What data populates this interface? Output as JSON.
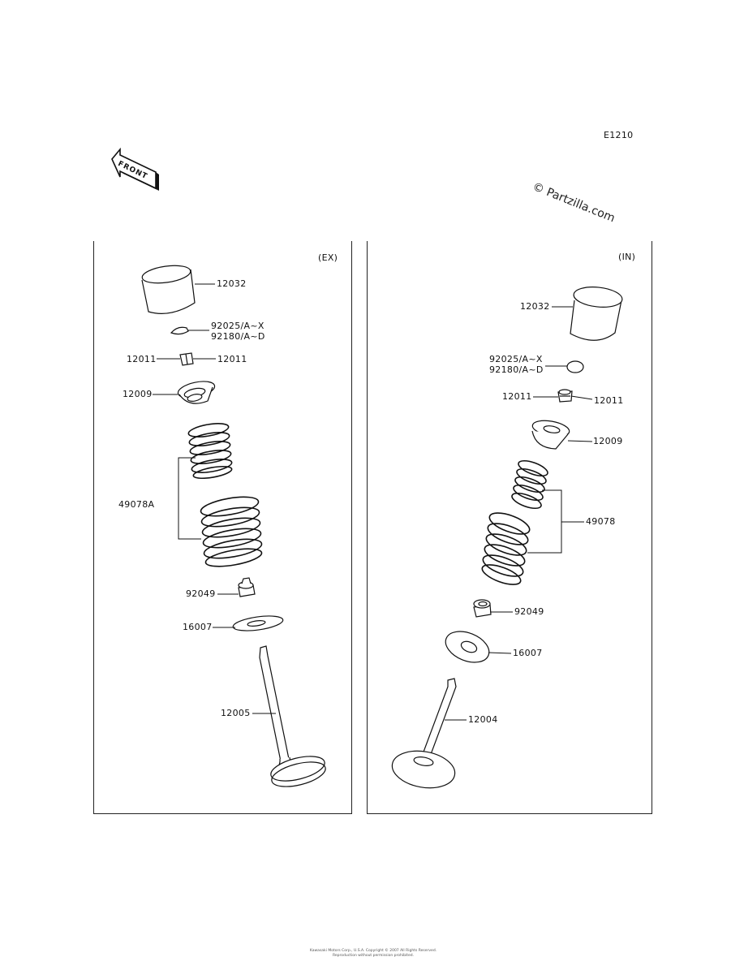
{
  "sheet_code": "E1210",
  "watermark": "© Partzilla.com",
  "front_arrow_text": "FRONT",
  "panels": {
    "exhaust": {
      "tag": "(EX)",
      "labels": {
        "tappet": "12032",
        "shim_a": "92025/A~X",
        "shim_b": "92180/A~D",
        "keeper_left": "12011",
        "keeper_right": "12011",
        "retainer": "12009",
        "spring": "49078A",
        "seal": "92049",
        "seat": "16007",
        "valve": "12005"
      }
    },
    "intake": {
      "tag": "(IN)",
      "labels": {
        "tappet": "12032",
        "shim_a": "92025/A~X",
        "shim_b": "92180/A~D",
        "keeper_left": "12011",
        "keeper_right": "12011",
        "retainer": "12009",
        "spring": "49078",
        "seal": "92049",
        "seat": "16007",
        "valve": "12004"
      }
    }
  },
  "footer": {
    "line1": "Kawasaki Motors Corp., U.S.A. Copyright © 2007 All Rights Reserved.",
    "line2": "Reproduction without permission prohibited."
  }
}
